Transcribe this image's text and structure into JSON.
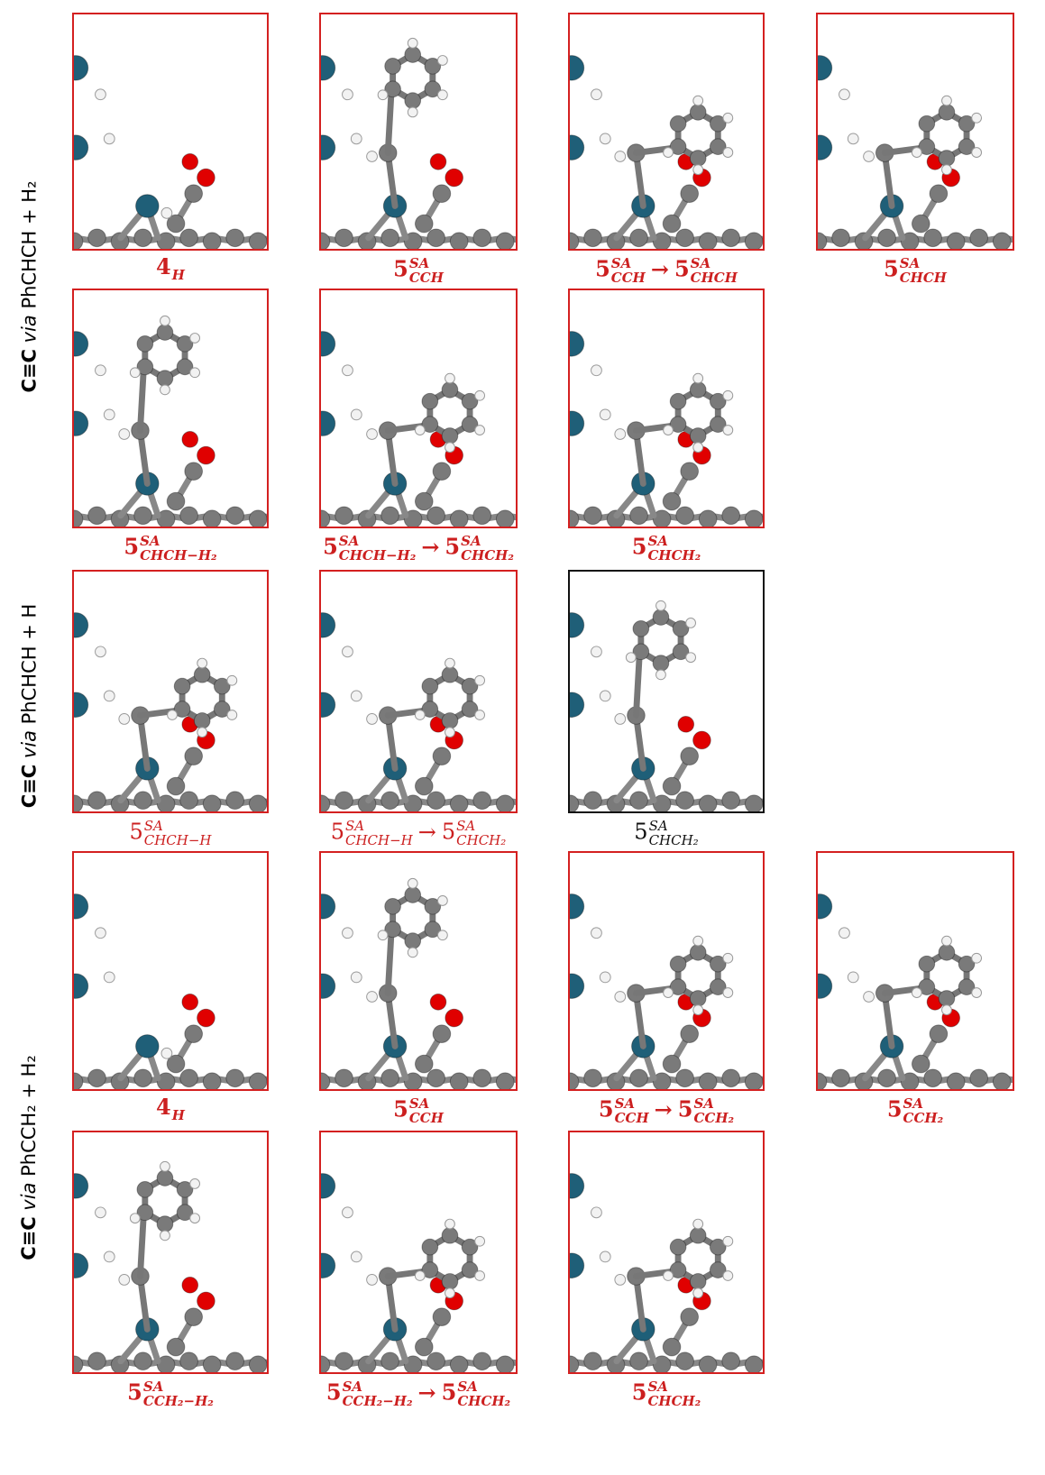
{
  "row_labels": [
    {
      "bold": "C≡C",
      "italic": "via",
      "rest": "PhCHCH + H₂"
    },
    {
      "bold": "C≡C",
      "italic": "via",
      "rest": "PhCHCH + H"
    },
    {
      "bold": "C≡C",
      "italic": "via",
      "rest": "PhCCH₂ + H₂"
    }
  ],
  "captions": {
    "r1": [
      {
        "base": "4",
        "sup": "",
        "sub": "H"
      },
      {
        "base": "5",
        "sup": "SA",
        "sub": "CCH"
      },
      {
        "base": "5",
        "sup": "SA",
        "sub": "CCH",
        "arrow": "→",
        "base2": "5",
        "sup2": "SA",
        "sub2": "CHCH"
      },
      {
        "base": "5",
        "sup": "SA",
        "sub": "CHCH"
      }
    ],
    "r2": [
      {
        "base": "5",
        "sup": "SA",
        "sub": "CHCH−H₂"
      },
      {
        "base": "5",
        "sup": "SA",
        "sub": "CHCH−H₂",
        "arrow": "→",
        "base2": "5",
        "sup2": "SA",
        "sub2": "CHCH₂"
      },
      {
        "base": "5",
        "sup": "SA",
        "sub": "CHCH₂"
      }
    ],
    "r3": [
      {
        "base": "5",
        "sup": "SA",
        "sub": "CHCH−H"
      },
      {
        "base": "5",
        "sup": "SA",
        "sub": "CHCH−H",
        "arrow": "→",
        "base2": "5",
        "sup2": "SA",
        "sub2": "CHCH₂"
      },
      {
        "base": "5",
        "sup": "SA",
        "sub": "CHCH₂"
      }
    ],
    "r4": [
      {
        "base": "4",
        "sup": "",
        "sub": "H"
      },
      {
        "base": "5",
        "sup": "SA",
        "sub": "CCH"
      },
      {
        "base": "5",
        "sup": "SA",
        "sub": "CCH",
        "arrow": "→",
        "base2": "5",
        "sup2": "SA",
        "sub2": "CCH₂"
      },
      {
        "base": "5",
        "sup": "SA",
        "sub": "CCH₂"
      }
    ],
    "r5": [
      {
        "base": "5",
        "sup": "SA",
        "sub": "CCH₂−H₂"
      },
      {
        "base": "5",
        "sup": "SA",
        "sub": "CCH₂−H₂",
        "arrow": "→",
        "base2": "5",
        "sup2": "SA",
        "sub2": "CHCH₂"
      },
      {
        "base": "5",
        "sup": "SA",
        "sub": "CHCH₂"
      }
    ]
  },
  "colors": {
    "frame_red": "#d42020",
    "caption_red": "#cc1f1f",
    "carbon": "#7a7a7a",
    "hydrogen": "#f2f2f2",
    "oxygen": "#e00000",
    "metal": "#1f5f78"
  }
}
